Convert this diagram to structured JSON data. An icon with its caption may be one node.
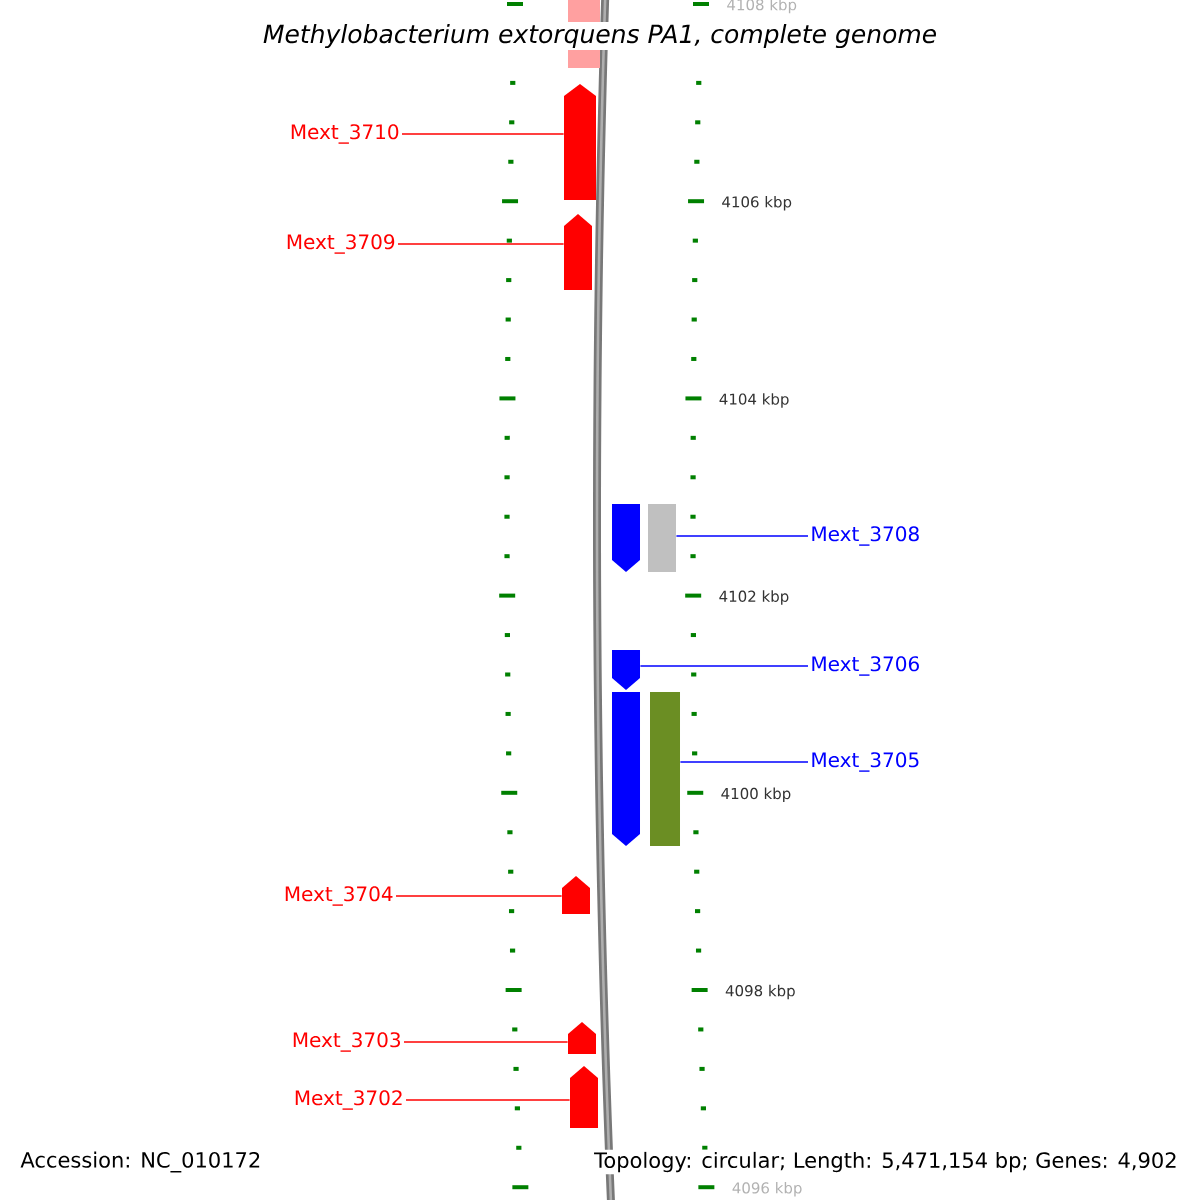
{
  "diagram": {
    "title": "Methylobacterium extorquens PA1, complete genome",
    "nodes": [
      {
        "text": [],
        "shape": "pentagon"
      },
      {
        "text": [
          "Mext_3710"
        ]
      },
      {
        "text": [],
        "shape": "pentagon"
      },
      {
        "text": [
          "Mext_3709"
        ]
      },
      {
        "text": [],
        "shape": "pentagon"
      },
      {
        "text": [],
        "shape": "pentagon"
      },
      {
        "text": [],
        "shape": "box"
      },
      {
        "text": [
          "Mext_3708"
        ]
      },
      {
        "text": [],
        "shape": "pentagon"
      },
      {
        "text": [
          "Mext_3706"
        ]
      },
      {
        "text": [],
        "shape": "pentagon"
      },
      {
        "text": [],
        "shape": "box"
      },
      {
        "text": [
          "Mext_3705"
        ]
      },
      {
        "text": [
          "Mext_3704"
        ]
      },
      {
        "text": [],
        "shape": "pentagon"
      },
      {
        "text": [
          "Mext_3703"
        ]
      },
      {
        "text": [],
        "shape": "pentagon"
      },
      {
        "text": [
          "Mext_3702"
        ]
      },
      {
        "text": [],
        "shape": "pentagon"
      }
    ],
    "edges": [
      {
        "from": 1,
        "to": 2,
        "arrow": "none"
      },
      {
        "from": 3,
        "to": 4,
        "arrow": "none"
      },
      {
        "from": 7,
        "to": 6,
        "arrow": "none",
        "color": "#0000ff"
      },
      {
        "from": 9,
        "to": 8,
        "arrow": "none",
        "color": "#0000ff"
      },
      {
        "from": 12,
        "to": 11,
        "arrow": "none",
        "color": "#0000ff"
      },
      {
        "from": 13,
        "to": 14,
        "arrow": "none"
      },
      {
        "from": 15,
        "to": 16,
        "arrow": "none"
      },
      {
        "from": 17,
        "to": 18,
        "arrow": "none"
      }
    ],
    "labels": [
      "4108 kbp",
      "4106 kbp",
      "4104 kbp",
      "4102 kbp",
      "4100 kbp",
      "4098 kbp",
      "Accession: NC_010172",
      "Topology: circular; Length: 5,471,154 bp; Genes: 4,902",
      "4096 kbp"
    ]
  }
}
